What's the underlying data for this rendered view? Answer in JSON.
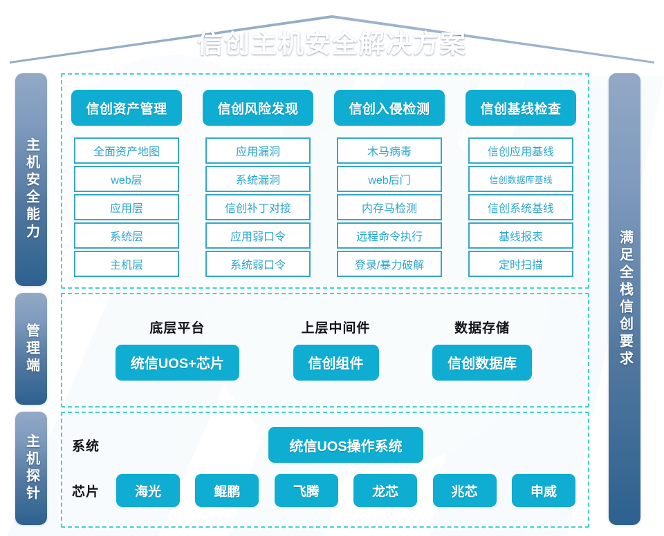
{
  "title": "信创主机安全解决方案",
  "theme": {
    "accent_cyan": "#0fadd1",
    "dashed_teal": "#42d2cb",
    "item_border": "#35a7c6",
    "item_text": "#2aa6ce",
    "pill_gradient_top": "#93a9c6",
    "pill_gradient_bottom": "#2d618f",
    "roof_dark": "#1f4e7f",
    "background": "#ffffff"
  },
  "left_rail": {
    "items": [
      {
        "name": "host-security-capability",
        "label": "主机安全能力"
      },
      {
        "name": "management-console",
        "label": "管理端"
      },
      {
        "name": "host-probe",
        "label": "主机探针"
      }
    ]
  },
  "right_rail": {
    "label": "满足全栈信创要求"
  },
  "capability_section": {
    "columns": [
      {
        "header": "信创资产管理",
        "items": [
          {
            "label": "全面资产地图",
            "small": false
          },
          {
            "label": "web层",
            "small": false
          },
          {
            "label": "应用层",
            "small": false
          },
          {
            "label": "系统层",
            "small": false
          },
          {
            "label": "主机层",
            "small": false
          }
        ]
      },
      {
        "header": "信创风险发现",
        "items": [
          {
            "label": "应用漏洞",
            "small": false
          },
          {
            "label": "系统漏洞",
            "small": false
          },
          {
            "label": "信创补丁对接",
            "small": false
          },
          {
            "label": "应用弱口令",
            "small": false
          },
          {
            "label": "系统弱口令",
            "small": false
          }
        ]
      },
      {
        "header": "信创入侵检测",
        "items": [
          {
            "label": "木马病毒",
            "small": false
          },
          {
            "label": "web后门",
            "small": false
          },
          {
            "label": "内存马检测",
            "small": false
          },
          {
            "label": "远程命令执行",
            "small": false
          },
          {
            "label": "登录/暴力破解",
            "small": false
          }
        ]
      },
      {
        "header": "信创基线检查",
        "items": [
          {
            "label": "信创应用基线",
            "small": false
          },
          {
            "label": "信创数据库基线",
            "small": true
          },
          {
            "label": "信创系统基线",
            "small": false
          },
          {
            "label": "基线报表",
            "small": false
          },
          {
            "label": "定时扫描",
            "small": false
          }
        ]
      }
    ]
  },
  "middle_section": {
    "groups": [
      {
        "label": "底层平台",
        "box": "统信UOS+芯片"
      },
      {
        "label": "上层中间件",
        "box": "信创组件"
      },
      {
        "label": "数据存储",
        "box": "信创数据库"
      }
    ]
  },
  "bottom_section": {
    "system_row": {
      "label": "系统",
      "box": "统信UOS操作系统"
    },
    "chip_row": {
      "label": "芯片",
      "chips": [
        "海光",
        "鲲鹏",
        "飞腾",
        "龙芯",
        "兆芯",
        "申威"
      ]
    }
  }
}
